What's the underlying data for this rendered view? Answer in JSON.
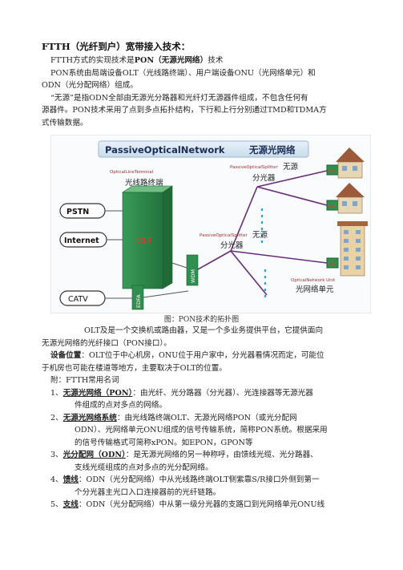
{
  "title": "FTTH（光纤到户）宽带接入技术：",
  "intro": [
    {
      "lead": "FTTH方式的实现技术是",
      "bold": "PON（无源光网络）",
      "rest": "技术"
    },
    {
      "text": "PON系统由局端设备OLT（光线路终端）、用户端设备ONU（光网络单元）和"
    },
    {
      "text": "ODN（光分配网络）组成。"
    },
    {
      "text": "“无源”是指ODN全部由无源光分路器和光纤灯无源器件组成，不包含任何有"
    },
    {
      "text": "源器件。PON技术采用了点到多点拓扑结构，下行和上行分别通过TMD和TDMA方"
    },
    {
      "text": "式传输数据。"
    }
  ],
  "diagram": {
    "header_en": "PassiveOpticalNetwork",
    "header_zh": "无源光网络",
    "olt_en": "OpticalLineTerminal",
    "olt_zh": "光线路终端",
    "olt_box": "OLT",
    "splitter1_en": "PassiveOpticalSplitter",
    "splitter1_zh": "无源",
    "splitter1_zh2": "分光器",
    "splitter2_en": "PassiveOpticalSplitter",
    "splitter2_zh": "无源",
    "splitter2_zh2": "分光器",
    "onu_en": "OpticalNetwork Unit",
    "onu_zh": "光网络单元",
    "inputs": [
      "PSTN",
      "Internet",
      "CATV"
    ],
    "wdm": "WDM",
    "edfa": "EDFA",
    "onu_label": "ONU",
    "colors": {
      "header_bg": "#d6e6f4",
      "olt_green": "#2f8f4f",
      "fiber": "#6a2c7a",
      "input_border": "#333333"
    }
  },
  "caption": "图：PON技术的拓扑图",
  "para2": [
    "OLT及是一个交换机或路由器，又是一个多业务提供平台，它提供面向",
    "无源光网络的光纤接口（PON接口）。"
  ],
  "location": {
    "bold": "设备位置",
    "rest": "：OLT位于中心机房，ONU位于用户家中，分光器看情况而定，可能位",
    "line2": "于机房也可能在楼道等地方，主要取决于OLT的位置。"
  },
  "glossary_title": "附：FTTH常用名词",
  "glossary": [
    {
      "num": "1、",
      "term": "无源光网络（PON）",
      "def": "：由光纤、光分路器（分光器）、光连接器等无源光器",
      "cont": [
        "件组成的点对多点的网络。"
      ]
    },
    {
      "num": "2、",
      "term": "无源光网络系统",
      "def": "：由光线路终端OLT、无源光网络PON（或光分配网",
      "cont": [
        "ODN）、光网络单元ONU组成的信号传输系统，简称PON系统。根据采用",
        "的信号传输格式可简称xPON。如EPON，GPON等"
      ]
    },
    {
      "num": "3、",
      "term": "光分配网（ODN）",
      "def": "：是无源光网络的另一种称呼，由馈线光缆、光分路器、",
      "cont": [
        "支线光缆组成的点对多点的光分配网络。"
      ]
    },
    {
      "num": "4、",
      "term": "馈线",
      "def": "：ODN（光分配网络）中从光线路终端OLT侧紫靠S/R接口外侧到第一",
      "cont": [
        "个分光器主光口入口连接器前的光纤链路。"
      ]
    },
    {
      "num": "5、",
      "term": "支线",
      "def": "：ODN（光分配网络）中从第一级分光器的支路口到光网络单元ONU线",
      "cont": []
    }
  ]
}
